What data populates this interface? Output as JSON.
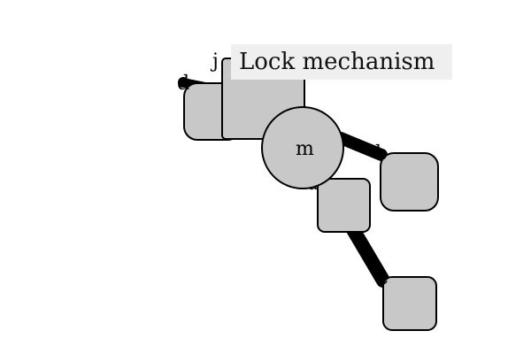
{
  "diagram": {
    "caption": "Lock mechanism",
    "nodes": [
      {
        "id": "d",
        "label": "d",
        "shape": "rounded-square"
      },
      {
        "id": "j",
        "label": "j",
        "shape": "rounded-square"
      },
      {
        "id": "m",
        "label": "m",
        "shape": "circle"
      },
      {
        "id": "b",
        "label": "b",
        "shape": "rounded-square"
      },
      {
        "id": "u",
        "label": "u",
        "shape": "rounded-square"
      },
      {
        "id": "e",
        "label": "e",
        "shape": "rounded-square"
      }
    ],
    "edges": [
      {
        "from": "d",
        "to": "j"
      },
      {
        "from": "m",
        "to": "b"
      },
      {
        "from": "u",
        "to": "e"
      }
    ],
    "colors": {
      "node_fill": "#c8c8c8",
      "stroke": "#000000",
      "caption_bg": "#efefef"
    }
  }
}
